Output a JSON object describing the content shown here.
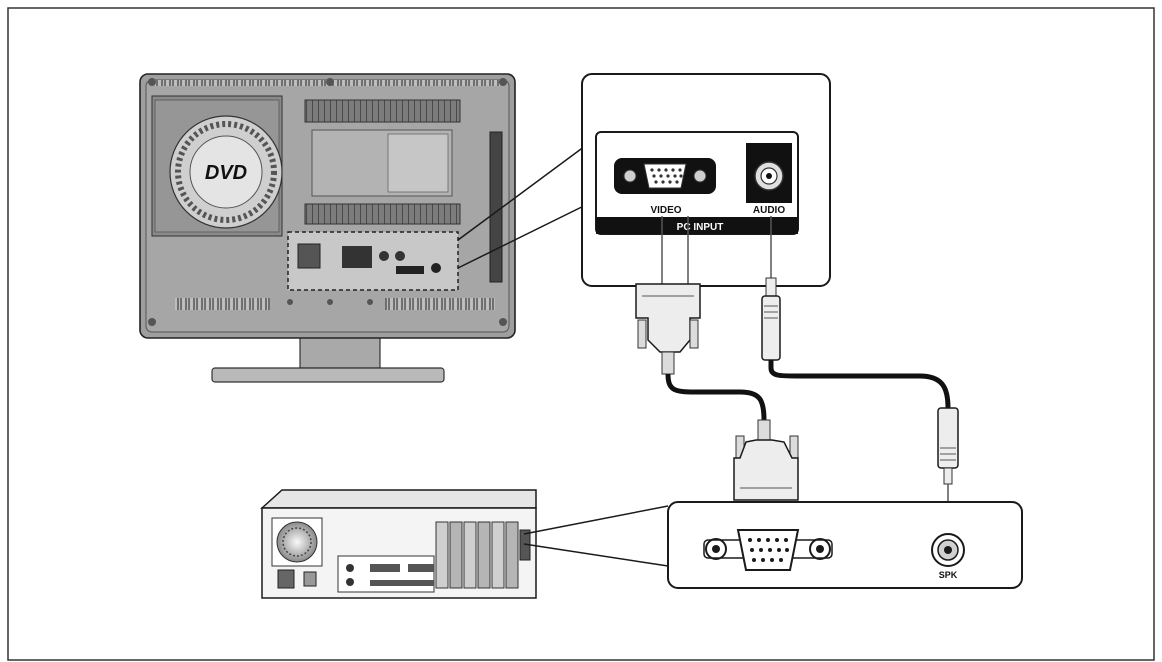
{
  "panel_labels": {
    "video": "VIDEO",
    "audio": "AUDIO",
    "pc_input": "PC INPUT"
  },
  "pc_labels": {
    "spk": "SPK"
  },
  "tv": {
    "logo": "DVD"
  },
  "colors": {
    "line": "#1a1a1a",
    "tv_body": "#9a9a9a",
    "tv_dark": "#6e6e6e",
    "tv_light": "#cfcfcf",
    "cable": "#111111",
    "connector": "#e6e6e6"
  }
}
